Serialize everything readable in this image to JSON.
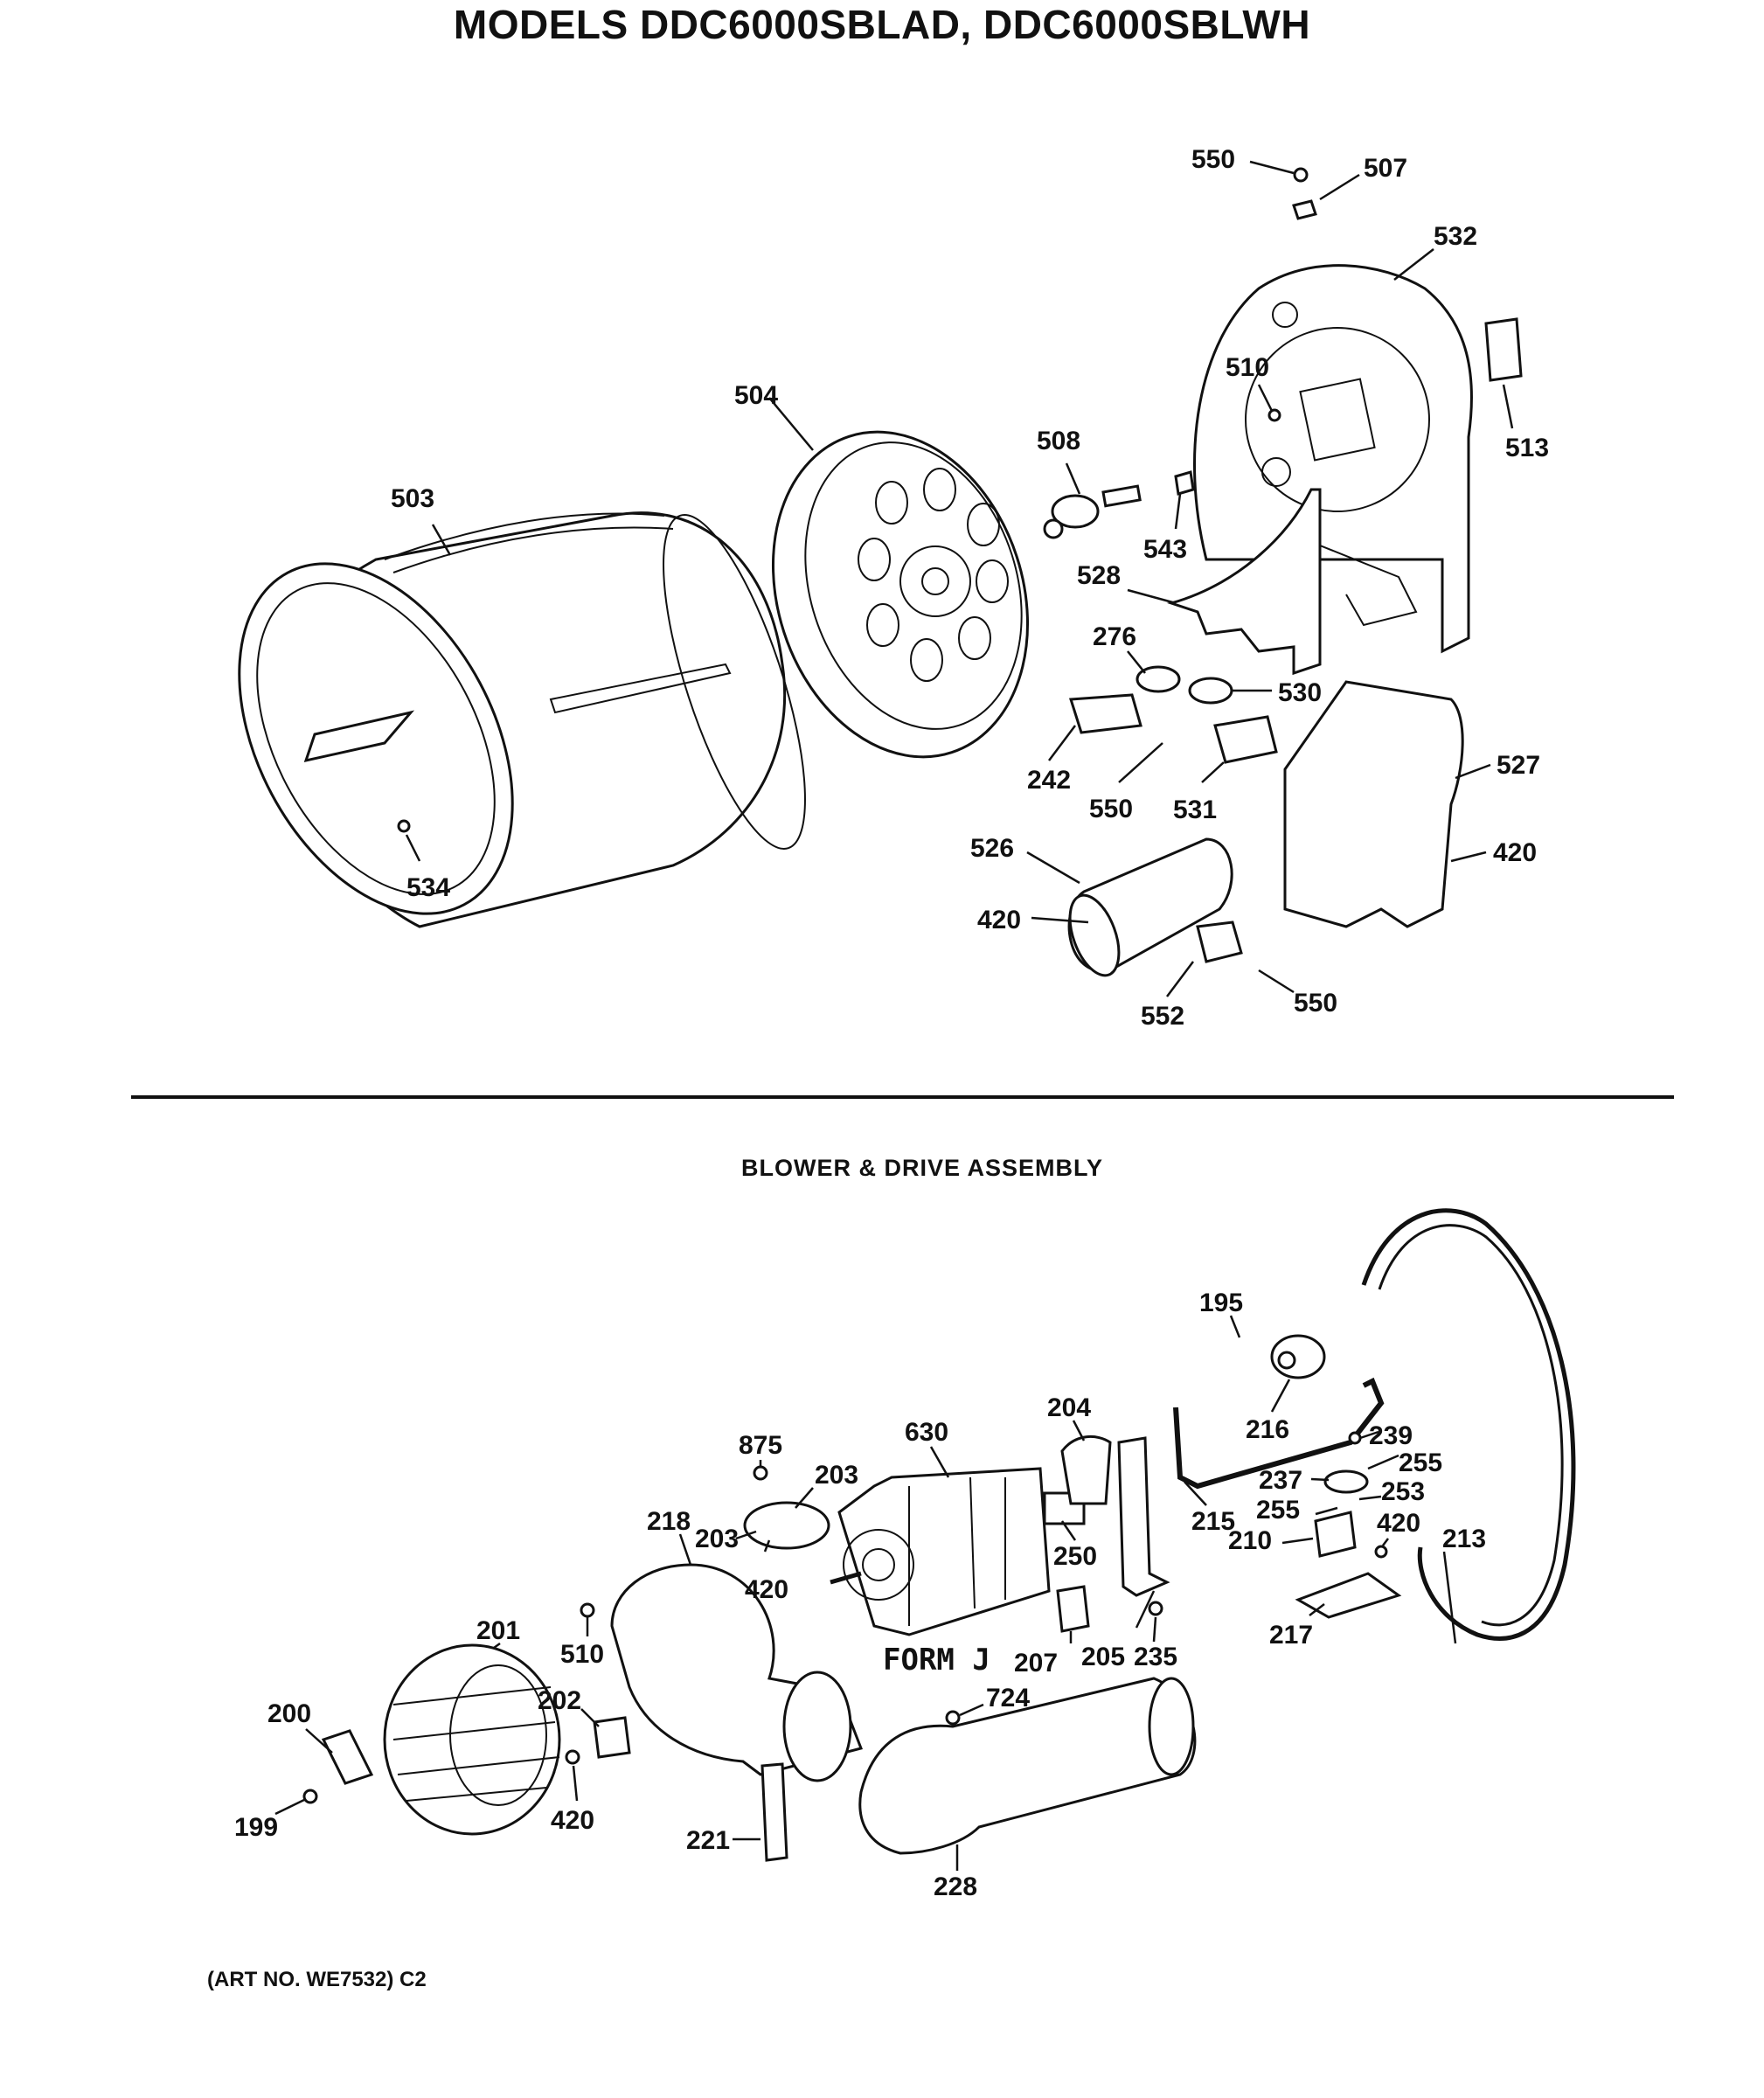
{
  "title": "MODELS DDC6000SBLAD, DDC6000SBLWH",
  "section_title": "BLOWER & DRIVE ASSEMBLY",
  "form_label": "FORM J",
  "art_number": "(ART NO. WE7532) C2",
  "callouts": {
    "c550a": "550",
    "c507": "507",
    "c532": "532",
    "c513": "513",
    "c510a": "510",
    "c504": "504",
    "c508": "508",
    "c543": "543",
    "c503": "503",
    "c528": "528",
    "c276": "276",
    "c530": "530",
    "c242": "242",
    "c527": "527",
    "c550b": "550",
    "c531": "531",
    "c420a": "420",
    "c526": "526",
    "c420b": "420",
    "c534": "534",
    "c552": "552",
    "c550c": "550",
    "c195": "195",
    "c216": "216",
    "c204": "204",
    "c875": "875",
    "c630": "630",
    "c239": "239",
    "c255a": "255",
    "c203a": "203",
    "c237": "237",
    "c253": "253",
    "c255b": "255",
    "c218": "218",
    "c203b": "203",
    "c250": "250",
    "c215": "215",
    "c420c": "420",
    "c213": "213",
    "c210": "210",
    "c420d": "420",
    "c201": "201",
    "c510b": "510",
    "c207": "207",
    "c205": "205",
    "c235": "235",
    "c217": "217",
    "c200": "200",
    "c724": "724",
    "c202": "202",
    "c199": "199",
    "c420e": "420",
    "c221": "221",
    "c228": "228"
  }
}
